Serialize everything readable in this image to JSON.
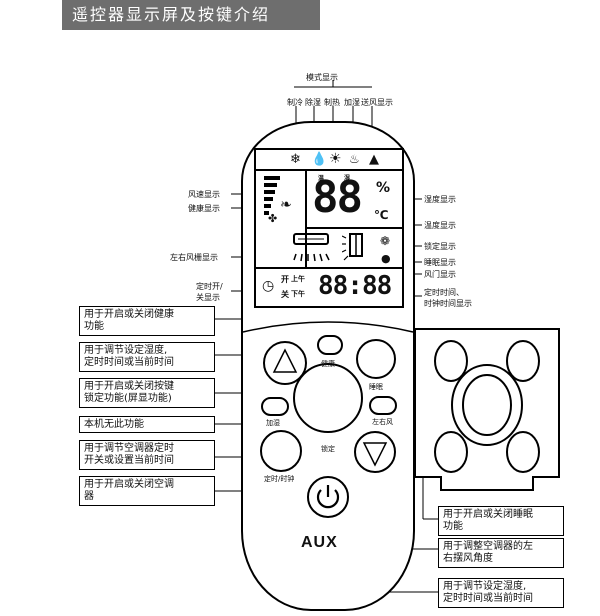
{
  "header": {
    "title": "遥控器显示屏及按键介绍"
  },
  "top_labels": {
    "mode_display": "模式显示",
    "cool": "制冷",
    "dry": "除湿",
    "heat": "制热",
    "humidify": "加湿",
    "fan": "送风显示"
  },
  "lcd": {
    "big_digits": "88",
    "percent": "%",
    "celsius": "℃",
    "time_digits": "88:88",
    "on_label": "开",
    "off_label": "关",
    "am": "上午",
    "pm": "下午",
    "tiny_label_1": "温",
    "tiny_label_2": "湿"
  },
  "left_labels": {
    "fan_speed": "风速显示",
    "health": "健康显示",
    "louver": "左右风栅显示",
    "timer_onoff_1": "定时开/",
    "timer_onoff_2": "关显示"
  },
  "right_labels": {
    "humidity": "湿度显示",
    "temperature": "温度显示",
    "lock": "锁定显示",
    "sleep": "睡眠显示",
    "damper": "风门显示",
    "timer_time_1": "定时时间、",
    "timer_time_2": "时钟时间显示"
  },
  "buttons": {
    "health": "健康",
    "sleep": "睡眠",
    "humidify": "加湿",
    "swing": "左右风",
    "lock": "锁定",
    "timer": "定时/时钟",
    "brand": "AUX"
  },
  "callouts_left": [
    {
      "l1": "用于开启或关闭健康",
      "l2": "功能"
    },
    {
      "l1": "用于调节设定湿度,",
      "l2": "定时时间或当前时间"
    },
    {
      "l1": "用于开启或关闭按键",
      "l2": "锁定功能(屏显功能)"
    },
    {
      "l1": "本机无此功能",
      "l2": ""
    },
    {
      "l1": "用于调节空调器定时",
      "l2": "开关或设置当前时间"
    },
    {
      "l1": "用于开启或关闭空调",
      "l2": "器"
    }
  ],
  "callouts_right": [
    {
      "l1": "用于开启或关闭睡眠",
      "l2": "功能"
    },
    {
      "l1": "用于调整空调器的左",
      "l2": "右摆风角度"
    },
    {
      "l1": "用于调节设定湿度,",
      "l2": "定时时间或当前时间"
    }
  ]
}
